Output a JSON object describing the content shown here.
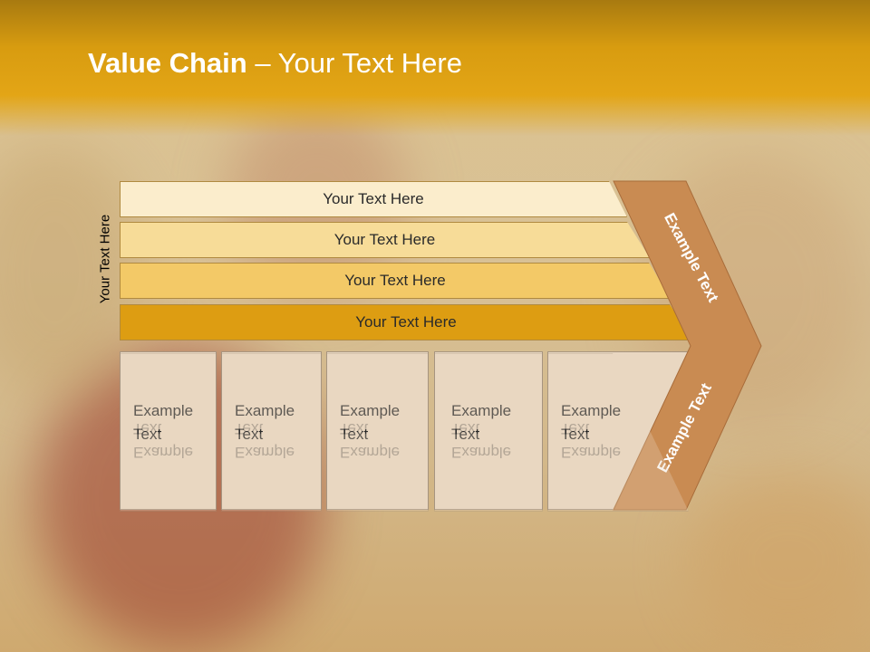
{
  "title": {
    "bold": "Value Chain",
    "rest": " – Your Text Here"
  },
  "side_label": "Your Text Here",
  "bars": [
    {
      "text": "Your Text Here",
      "color": "#fbedcc"
    },
    {
      "text": "Your Text Here",
      "color": "#f7dc98"
    },
    {
      "text": "Your Text Here",
      "color": "#f3c967"
    },
    {
      "text": "Your Text Here",
      "color": "#dd9d12"
    }
  ],
  "boxes": [
    {
      "line1": "Example",
      "line2": "Text"
    },
    {
      "line1": "Example",
      "line2": "Text"
    },
    {
      "line1": "Example",
      "line2": "Text"
    },
    {
      "line1": "Example",
      "line2": "Text"
    },
    {
      "line1": "Example",
      "line2": "Text"
    }
  ],
  "chevron": {
    "upper_text": "Example Text",
    "lower_text": "Example Text",
    "color": "#c98b52"
  }
}
